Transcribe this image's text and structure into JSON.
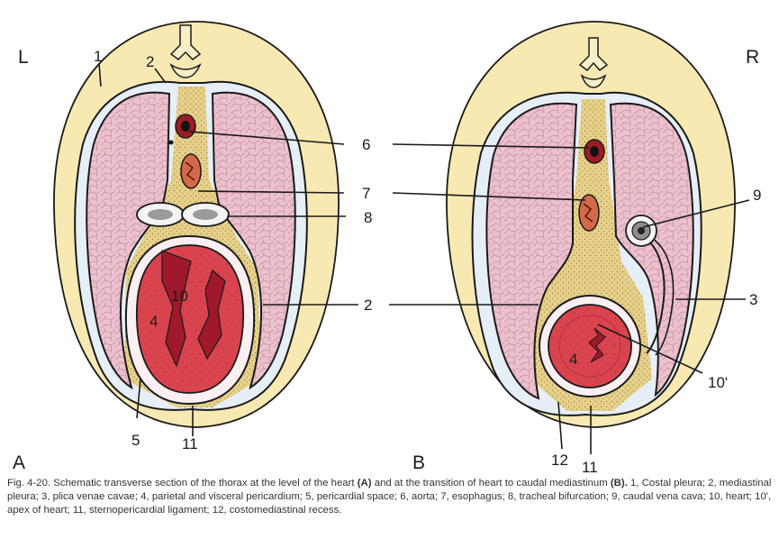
{
  "panel_labels": {
    "side_left": "L",
    "side_right": "R",
    "panel_a": "A",
    "panel_b": "B"
  },
  "callouts": {
    "n1": "1",
    "n2_top": "2",
    "n2_side": "2",
    "n3": "3",
    "n4_a": "4",
    "n4_b": "4",
    "n5": "5",
    "n6": "6",
    "n7": "7",
    "n8": "8",
    "n9": "9",
    "n10": "10",
    "n10_apex": "10'",
    "n11_a": "11",
    "n11_b": "11",
    "n12": "12"
  },
  "caption": {
    "part1": "Fig. 4-20. Schematic transverse section of the thorax at the level of the heart ",
    "bold_a": "(A)",
    "part2": " and at the transition of heart to caudal mediastinum ",
    "bold_b": "(B).",
    "part3": " 1, Costal pleura; 2, mediastinal pleura; 3, plica venae cavae; 4, parietal and visceral pericardium; 5, pericardial space; 6, aorta; 7, esophagus; 8, tracheal bifurcation; 9, caudal vena cava; 10, heart; 10', apex of heart; 11, sternopericardial ligament; 12, costomediastinal recess."
  },
  "colors": {
    "body_wall": "#f8e9b3",
    "mediastinum": "#e6d08a",
    "lung": "#ecc0cd",
    "pleural_space": "#e6eef7",
    "heart": "#d9444e",
    "heart_dark": "#a0182b",
    "line": "#1a1a1a"
  }
}
